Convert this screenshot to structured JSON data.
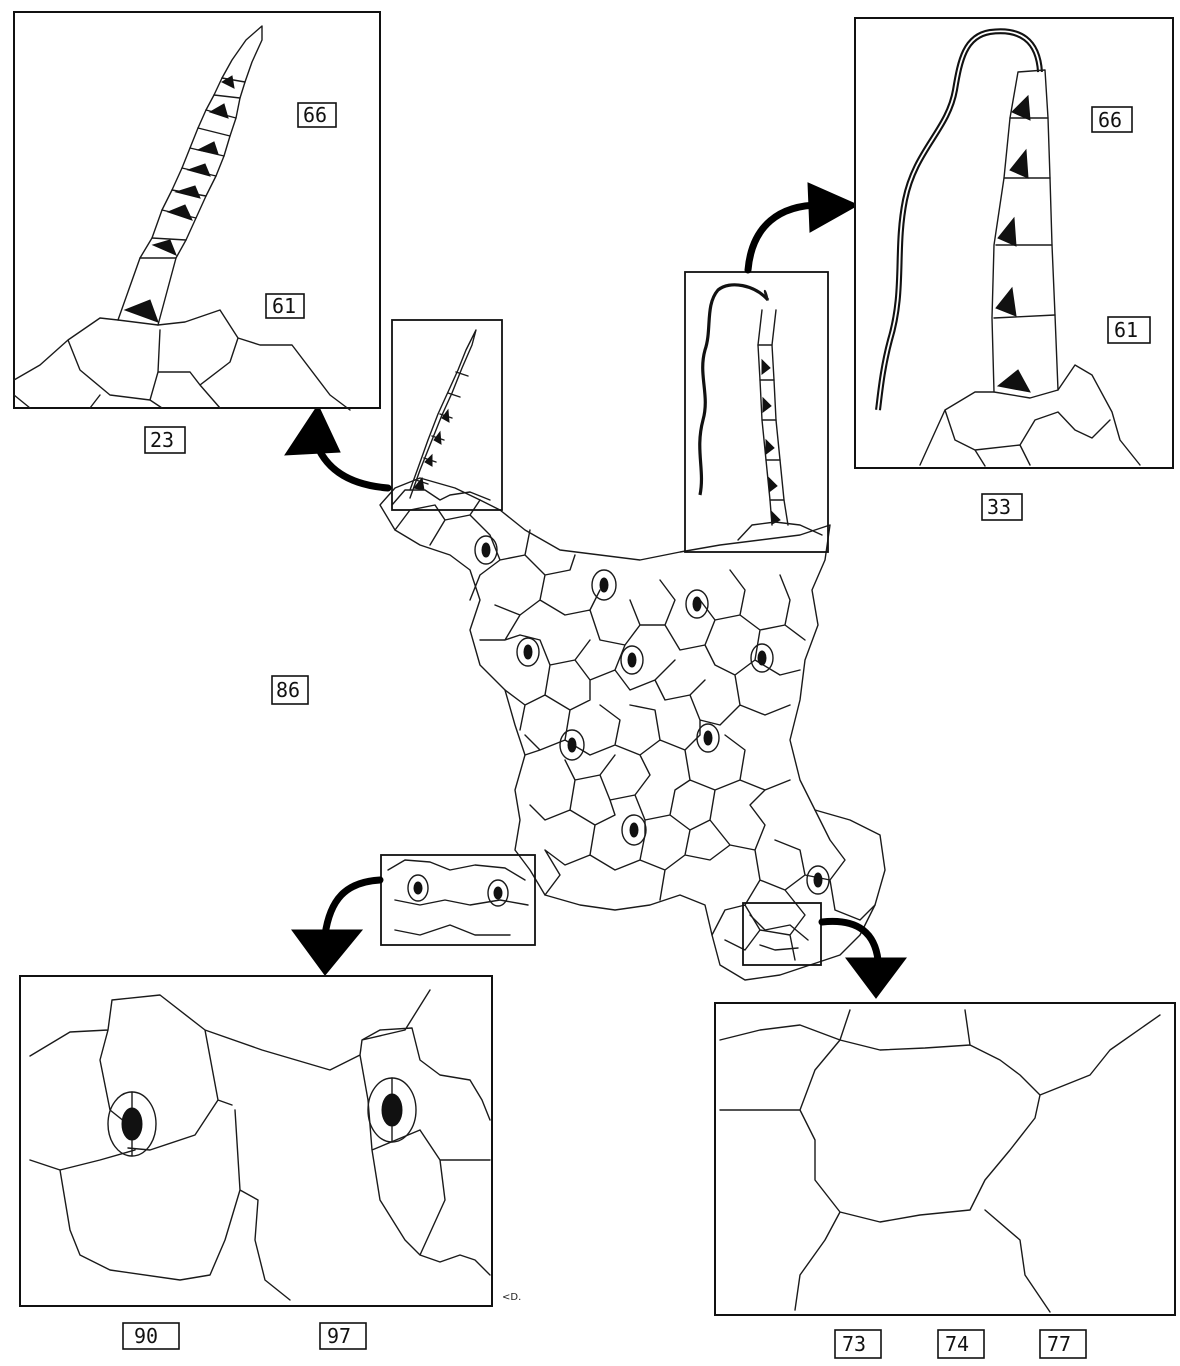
{
  "labels": {
    "l23": "23",
    "l33": "33",
    "l86": "86",
    "tl66": "66",
    "tl61": "61",
    "tr66": "66",
    "tr61": "61",
    "l90": "90",
    "l97": "97",
    "l73": "73",
    "l74": "74",
    "l77": "77"
  },
  "signature": "<D.",
  "colors": {
    "ink": "#111111",
    "paper": "#ffffff"
  }
}
